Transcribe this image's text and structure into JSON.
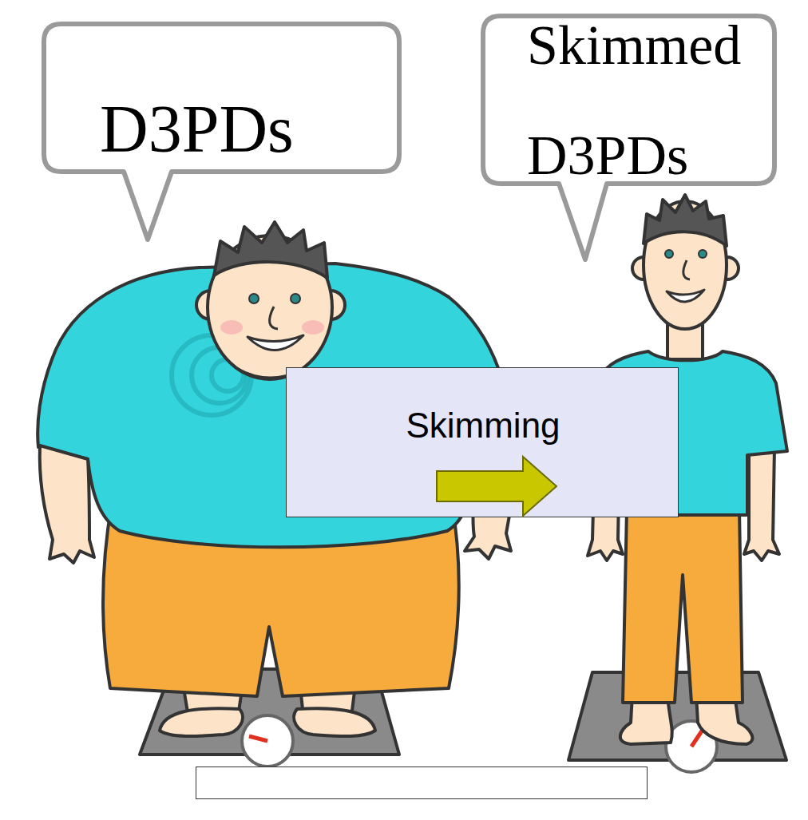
{
  "diagram": {
    "nodes": [
      {
        "text": [
          "D3PDs"
        ]
      },
      {
        "text": [
          "Skimmed D3PDs"
        ]
      },
      {
        "text": [
          "Skimming"
        ]
      }
    ]
  }
}
